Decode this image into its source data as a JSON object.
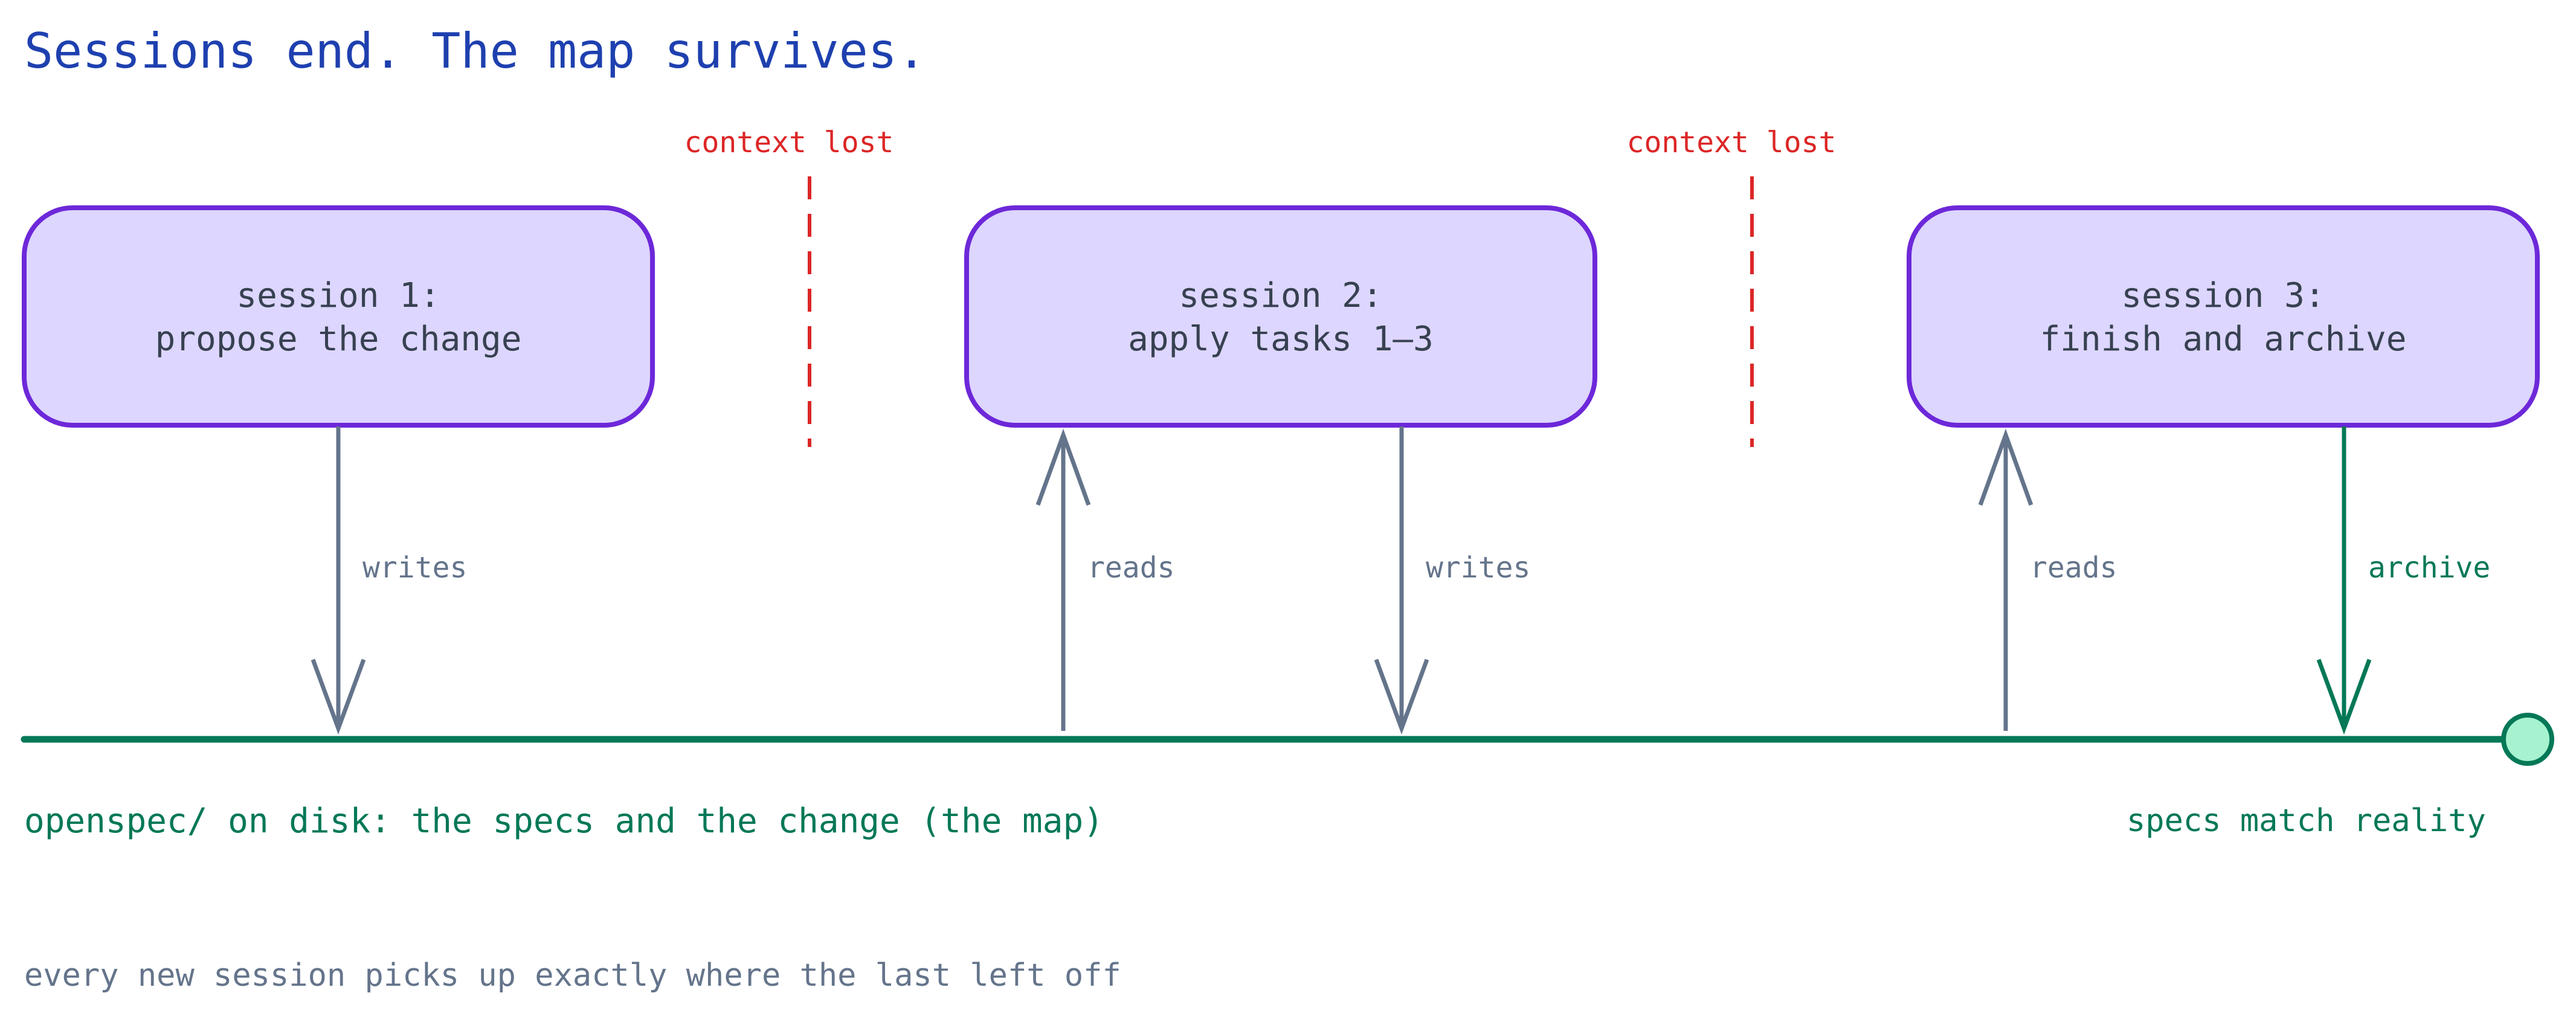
{
  "title": "Sessions end. The map survives.",
  "colors": {
    "title": "#1e40af",
    "session_fill": "#ddd6fe",
    "session_stroke": "#6d28d9",
    "session_text": "#374151",
    "context_lost": "#dc2626",
    "arrow_gray": "#64748b",
    "disk_green": "#047857",
    "end_dot_fill": "#a7f3d0",
    "footer": "#64748b"
  },
  "context_lost_markers": [
    {
      "label": "context lost"
    },
    {
      "label": "context lost"
    }
  ],
  "sessions": [
    {
      "line1": "session 1:",
      "line2": "propose the change"
    },
    {
      "line1": "session 2:",
      "line2": "apply tasks 1–3"
    },
    {
      "line1": "session 3:",
      "line2": "finish and archive"
    }
  ],
  "arrows": [
    {
      "session": 1,
      "direction": "down",
      "label": "writes",
      "color": "gray"
    },
    {
      "session": 2,
      "direction": "up",
      "label": "reads",
      "color": "gray"
    },
    {
      "session": 2,
      "direction": "down",
      "label": "writes",
      "color": "gray"
    },
    {
      "session": 3,
      "direction": "up",
      "label": "reads",
      "color": "gray"
    },
    {
      "session": 3,
      "direction": "down",
      "label": "archive",
      "color": "green"
    }
  ],
  "disk": {
    "label": "openspec/ on disk: the specs and the change (the map)",
    "end_label": "specs match reality"
  },
  "footer": "every new session picks up exactly where the last left off"
}
